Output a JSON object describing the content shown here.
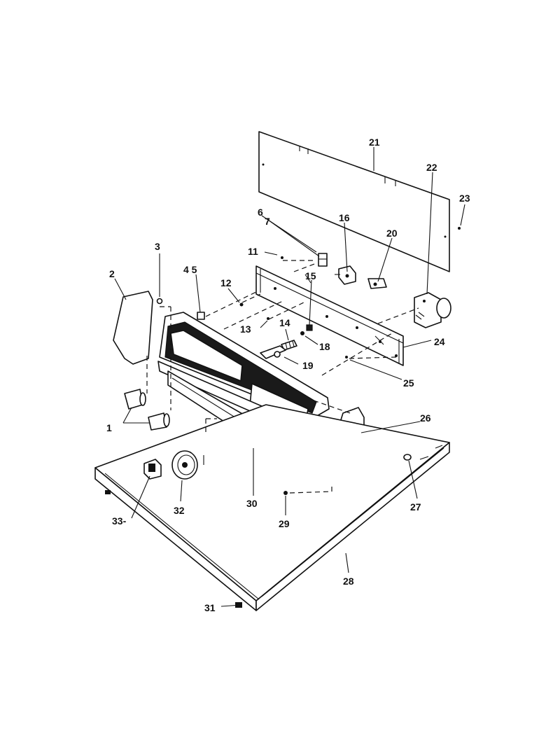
{
  "labels": {
    "l1": "1",
    "l2": "2",
    "l3": "3",
    "l45": "4 5",
    "l6": "6",
    "l7": "7",
    "l11": "11",
    "l12": "12",
    "l13": "13",
    "l14": "14",
    "l15": "15",
    "l16": "16",
    "l18": "18",
    "l19": "19",
    "l20": "20",
    "l21": "21",
    "l22": "22",
    "l23": "23",
    "l24": "24",
    "l25": "25",
    "l26": "26",
    "l27": "27",
    "l28": "28",
    "l29": "29",
    "l30": "30",
    "l31": "31",
    "l32": "32",
    "l33": "33-"
  }
}
